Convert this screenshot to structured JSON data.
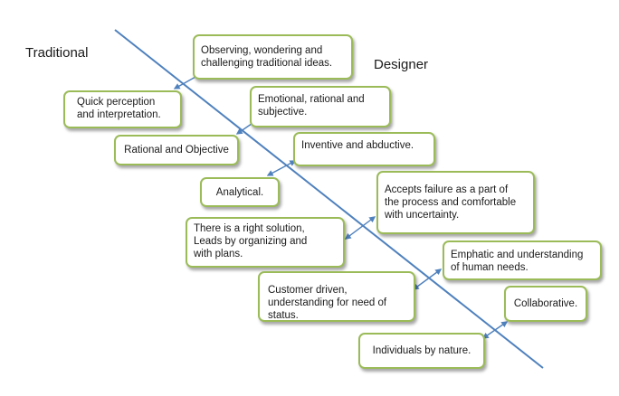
{
  "headings": {
    "left": "Traditional",
    "right": "Designer"
  },
  "colors": {
    "box_border": "#9bbb59",
    "divider_line": "#4f81bd",
    "arrows": "#4f81bd"
  },
  "traditional": [
    "Quick perception\nand interpretation.",
    "Rational and Objective",
    "Analytical.",
    "There is a right solution,\nLeads by organizing and\nwith plans.",
    "Customer driven,\nunderstanding for need of\nstatus.",
    "Individuals by nature."
  ],
  "designer": [
    "Observing, wondering and\nchallenging traditional ideas.",
    "Emotional, rational and\nsubjective.",
    "Inventive and abductive.",
    "Accepts failure as a part of\nthe process and comfortable\nwith uncertainty.",
    "Emphatic and understanding\nof human needs.",
    "Collaborative."
  ]
}
